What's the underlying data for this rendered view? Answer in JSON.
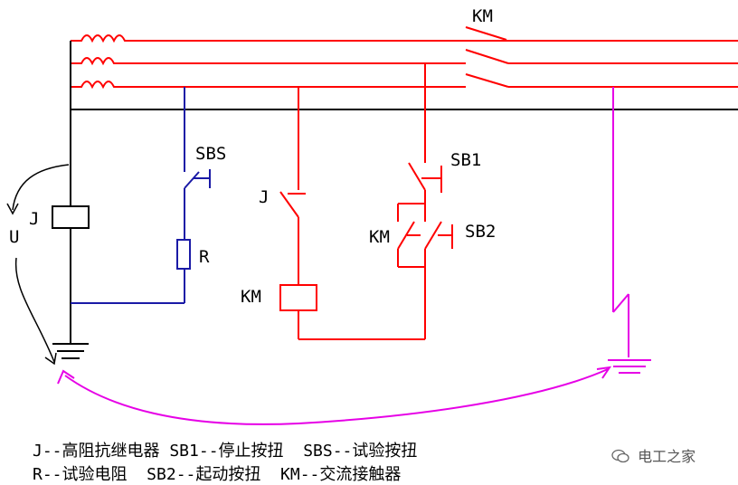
{
  "labels": {
    "km_top": "KM",
    "sbs": "SBS",
    "sb1": "SB1",
    "j_left": "J",
    "j_contact": "J",
    "km_contact": "KM",
    "sb2": "SB2",
    "r": "R",
    "km_coil": "KM",
    "u": "U"
  },
  "legend": {
    "line1": "J--高阻抗继电器 SB1--停止按扭  SBS--试验按扭",
    "line2": "R--试验电阻  SB2--起动按扭  KM--交流接触器"
  },
  "watermark": "电工之家",
  "colors": {
    "power_line": "#ff0000",
    "control_circuit": "#ff0000",
    "test_circuit": "#1a1aa6",
    "ground_path": "#e600e6",
    "neutral": "#000000"
  }
}
